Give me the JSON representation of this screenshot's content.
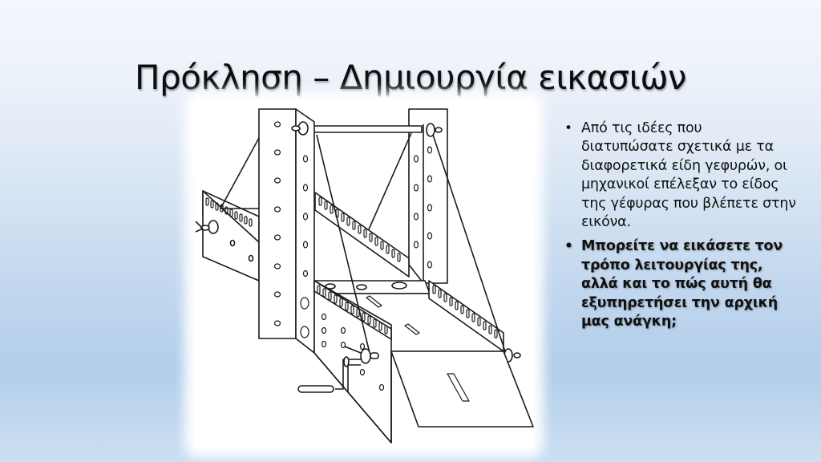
{
  "slide": {
    "title": "Πρόκληση – Δημιουργία εικασιών",
    "figure": {
      "description": "Line drawing of a model suspension/drawbridge with two perforated towers, a top axle, cables, a deck with slotted side rails, a hinged ramp and a hand crank",
      "icon": "bridge-illustration"
    },
    "bullets": [
      {
        "marker": "•",
        "text": "Από τις ιδέες που διατυπώσατε σχετικά με τα διαφορετικά είδη γεφυρών, οι μηχανικοί επέλεξαν το είδος της γέφυρας που  βλέπετε στην εικόνα.",
        "bold": false
      },
      {
        "marker": "•",
        "text": "Μπορείτε να εικάσετε τον τρόπο λειτουργίας της, αλλά και το πώς αυτή θα εξυπηρετήσει την αρχική μας ανάγκη;",
        "bold": true
      }
    ]
  },
  "colors": {
    "background_top": "#f4f7fc",
    "background_mid": "#b3cfeb",
    "background_bottom": "#cde0f2",
    "text": "#111111",
    "line_art": "#1a1a1a"
  }
}
